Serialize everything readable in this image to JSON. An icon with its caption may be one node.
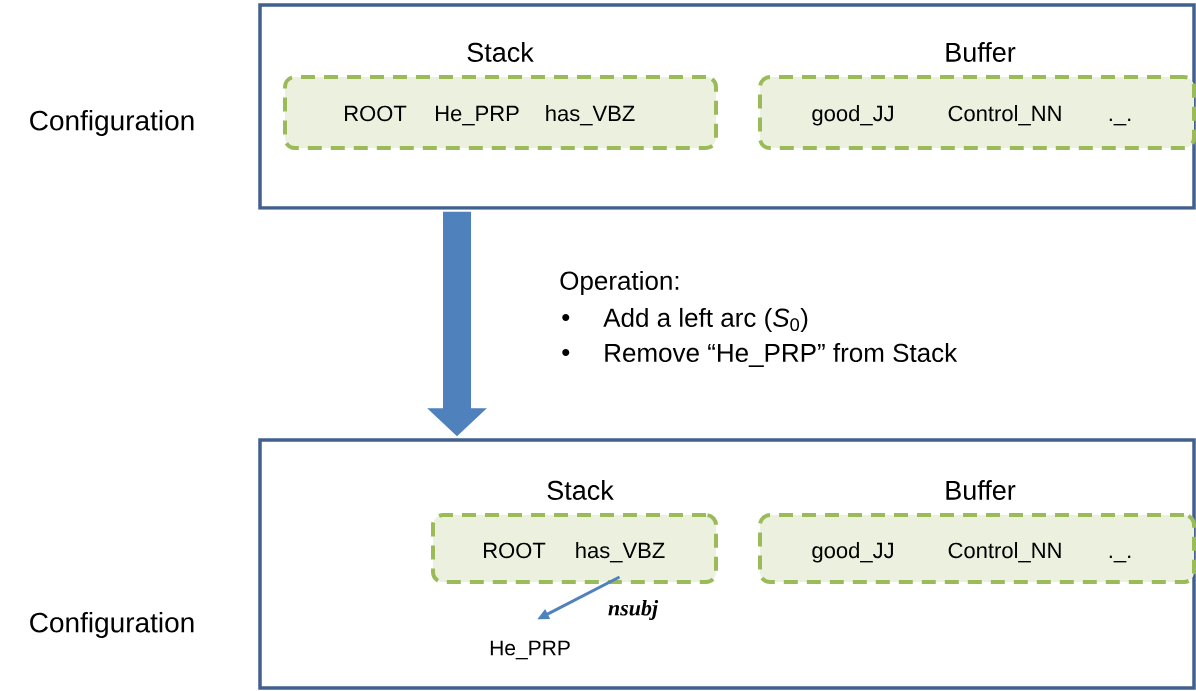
{
  "diagram": {
    "nodes": [
      {
        "text": [],
        "shape": "box",
        "beside": [
          "Configuration"
        ]
      },
      {
        "text": [
          "Stack",
          "ROOT",
          "He_PRP",
          "has_VBZ"
        ],
        "in": 0
      },
      {
        "text": [
          "Buffer",
          "good_JJ",
          "Control_NN",
          "._."
        ],
        "in": 0
      },
      {
        "text": [],
        "shape": "box",
        "beside": [
          "Configuration"
        ]
      },
      {
        "text": [
          "Stack",
          "ROOT",
          "has_VBZ"
        ],
        "in": 3
      },
      {
        "text": [
          "Buffer",
          "good_JJ",
          "Control_NN",
          "._."
        ],
        "in": 3
      },
      {
        "text": [
          "He_PRP"
        ],
        "in": 3
      }
    ],
    "edges": [
      {
        "from": 0,
        "to": 3,
        "arrow": "to",
        "style": "thick"
      },
      {
        "from": 4,
        "to": 6,
        "arrow": "to",
        "label": "nsubj"
      }
    ],
    "labels": [
      "Operation:",
      "•",
      "Add a left arc (*S*$_{0}$)",
      "•",
      "Remove “He_PRP” from Stack"
    ]
  }
}
